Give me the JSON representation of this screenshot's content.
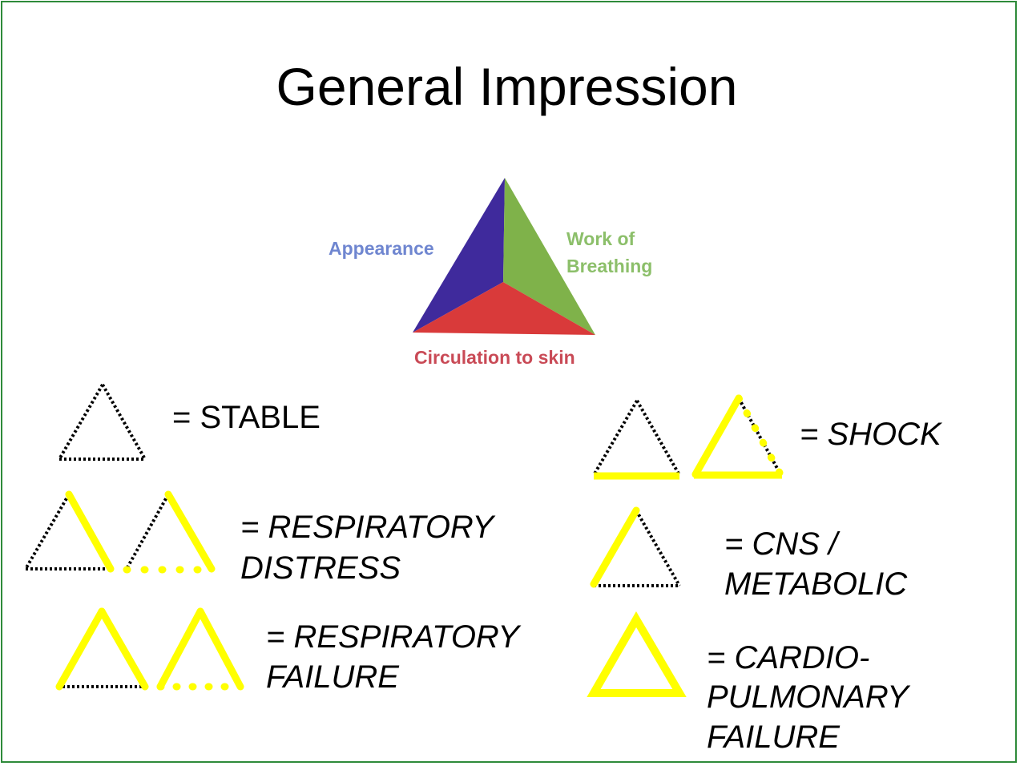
{
  "title": "General Impression",
  "pat": {
    "appearance": "Appearance",
    "work_l1": "Work of",
    "work_l2": "Breathing",
    "circulation": "Circulation to skin"
  },
  "legend": {
    "stable": "= STABLE",
    "resp_distress_l1": "= RESPIRATORY",
    "resp_distress_l2": "DISTRESS",
    "resp_failure_l1": "= RESPIRATORY",
    "resp_failure_l2": "FAILURE",
    "shock": "= SHOCK",
    "cns_l1": "= CNS /",
    "cns_l2": "METABOLIC",
    "cardio_l1": "= CARDIO-",
    "cardio_l2": "PULMONARY",
    "cardio_l3": "FAILURE"
  },
  "colors": {
    "frame": "#2e8b3a",
    "highlight": "#ffff00",
    "appearance": "#3f2a9c",
    "work": "#7fb24a",
    "circulation": "#d93a3a",
    "appearance_text": "#6f86d0",
    "work_text": "#8cbf6a",
    "circulation_text": "#c94a56"
  }
}
